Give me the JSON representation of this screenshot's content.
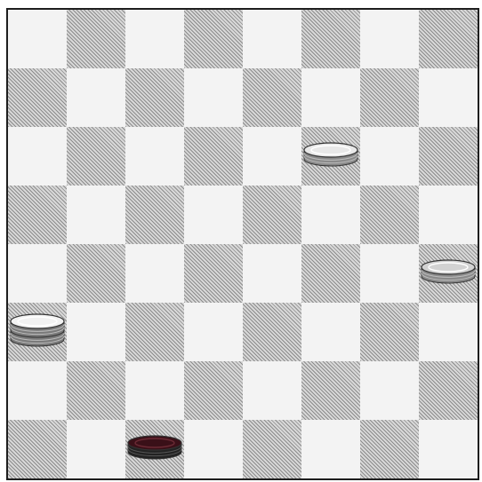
{
  "board": {
    "rows": 8,
    "cols": 8,
    "dark_square_color": "#8c8c8c",
    "light_square_color": "#f3f3f3"
  },
  "pieces": [
    {
      "row": 2,
      "col": 5,
      "side": "light",
      "stack": 1,
      "top_color": "#e8e8e8",
      "side_color": "#8a8a8a"
    },
    {
      "row": 4,
      "col": 7,
      "side": "light",
      "stack": 1,
      "top_color": "#d2d2d2",
      "side_color": "#8a8a8a"
    },
    {
      "row": 5,
      "col": 0,
      "side": "light",
      "stack": 2,
      "top_color": "#f2f2f2",
      "side_color": "#7a7a7a"
    },
    {
      "row": 7,
      "col": 2,
      "side": "dark",
      "stack": 1,
      "top_color": "#3a1018",
      "side_color": "#222222"
    }
  ]
}
